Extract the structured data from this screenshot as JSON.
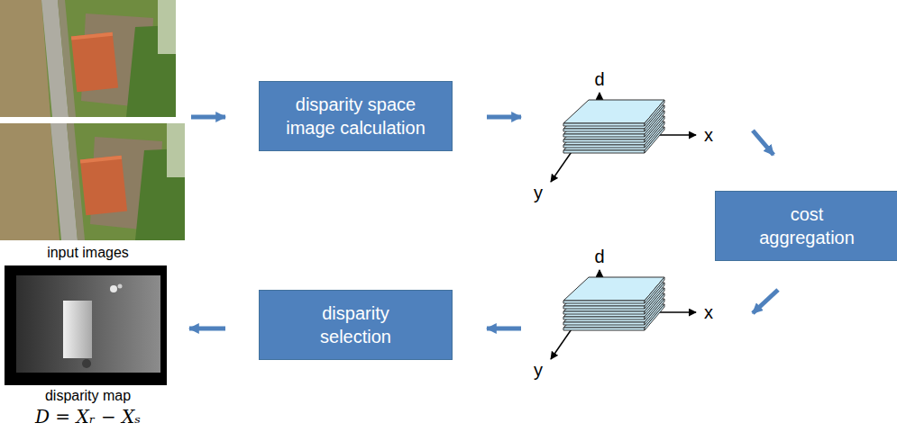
{
  "diagram": {
    "nodes": [
      {
        "text": [
          "input images"
        ]
      },
      {
        "text": [
          "disparity space image calculation"
        ]
      },
      {
        "text": [
          "d",
          "x",
          "y"
        ]
      },
      {
        "text": [
          "cost aggregation"
        ]
      },
      {
        "text": [
          "d",
          "x",
          "y"
        ]
      },
      {
        "text": [
          "disparity selection"
        ]
      },
      {
        "text": [
          "disparity map",
          "D = Xᵣ − Xₛ"
        ]
      }
    ],
    "edges": [
      {
        "from": 0,
        "to": 1,
        "arrow": "to"
      },
      {
        "from": 1,
        "to": 2,
        "arrow": "to"
      },
      {
        "from": 2,
        "to": 3,
        "arrow": "to"
      },
      {
        "from": 3,
        "to": 4,
        "arrow": "to"
      },
      {
        "from": 4,
        "to": 5,
        "arrow": "to"
      },
      {
        "from": 5,
        "to": 6,
        "arrow": "to"
      }
    ]
  }
}
